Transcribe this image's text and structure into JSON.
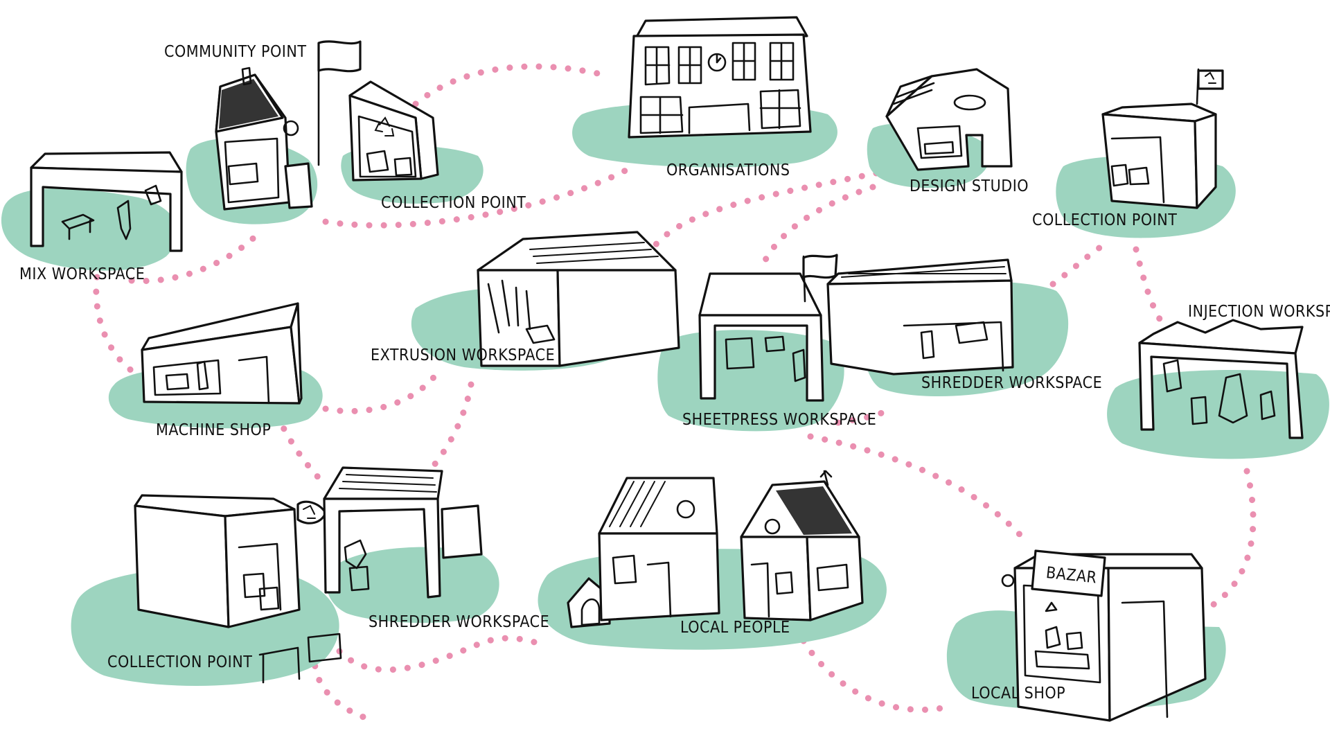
{
  "colors": {
    "blob": "#9dd4bf",
    "path_dots": "#ea8fb0",
    "ink": "#111111"
  },
  "labels": {
    "community_point": "COMMUNITY POINT",
    "collection_point_top": "COLLECTION POINT",
    "mix_workspace": "MIX WORKSPACE",
    "organisations": "ORGANISATIONS",
    "design_studio": "DESIGN STUDIO",
    "collection_point_right": "COLLECTION POINT",
    "machine_shop": "MACHINE SHOP",
    "extrusion_workspace": "EXTRUSION WORKSPACE",
    "sheetpress_workspace": "SHEETPRESS WORKSPACE",
    "shredder_workspace_mid": "SHREDDER WORKSPACE",
    "injection_workspace": "INJECTION WORKSPACE",
    "collection_point_bottom": "COLLECTION POINT",
    "shredder_workspace_bottom": "SHREDDER WORKSPACE",
    "local_people": "LOCAL PEOPLE",
    "local_shop": "LOCAL SHOP",
    "bazar_sign": "BAZAR"
  },
  "icons": [
    "recycle-icon",
    "flag-icon",
    "clock-icon"
  ]
}
